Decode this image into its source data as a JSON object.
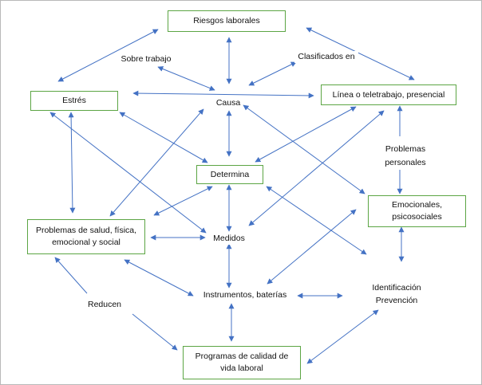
{
  "nodes": {
    "riesgos": "Riesgos laborales",
    "estres": "Estrés",
    "linea": "Línea o teletrabajo, presencial",
    "determina": "Determina",
    "emocionales": "Emocionales, psicosociales",
    "problemas_salud": "Problemas de salud, física, emocional y social",
    "programas": "Programas de calidad de vida laboral"
  },
  "labels": {
    "sobre_trabajo": "Sobre trabajo",
    "clasificados": "Clasificados en",
    "causa": "Causa",
    "problemas_personales": "Problemas personales",
    "medidos": "Medidos",
    "instrumentos": "Instrumentos, baterías",
    "identificacion": "Identificación Prevención",
    "reducen": "Reducen"
  },
  "colors": {
    "box_border": "#5ca544",
    "arrow": "#4472c4",
    "text": "#111111"
  }
}
